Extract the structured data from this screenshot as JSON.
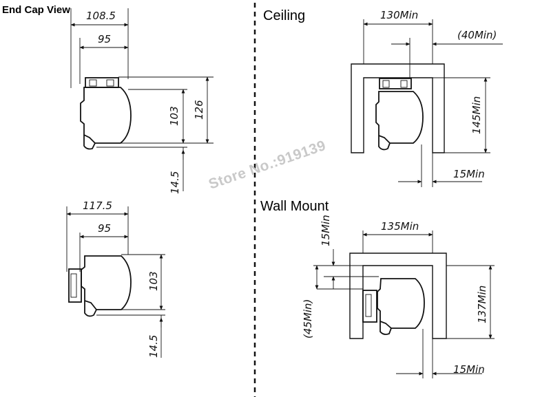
{
  "titles": {
    "end_cap": "End Cap View",
    "ceiling": "Ceiling",
    "wall": "Wall Mount"
  },
  "watermark": "Store No.:919139",
  "end_cap_top": {
    "width_total": "108.5",
    "width_body": "95",
    "height_body": "103",
    "height_total": "126",
    "bottom_extra": "14.5"
  },
  "end_cap_bottom": {
    "width_total": "117.5",
    "width_body": "95",
    "height_body": "103",
    "bottom_extra": "14.5"
  },
  "ceiling": {
    "width_min": "130Min",
    "side_min": "(40Min)",
    "height_min": "145Min",
    "gap_min": "15Min"
  },
  "wall": {
    "width_min": "135Min",
    "top_min": "15Min",
    "side_min": "(45Min)",
    "height_min": "137Min",
    "gap_min": "15Min"
  },
  "colors": {
    "line": "#111111",
    "divider": "#111111",
    "watermark": "#c9c9c9"
  }
}
